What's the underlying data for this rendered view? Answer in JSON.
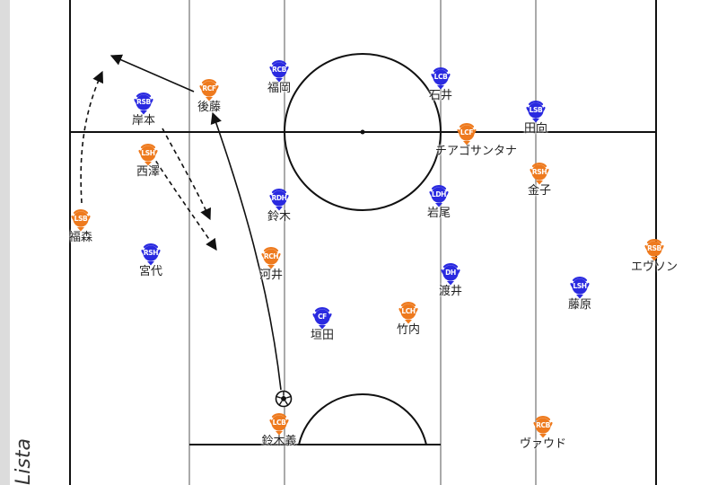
{
  "side_label": "Lista",
  "colors": {
    "home": "#2a2ae0",
    "away": "#ee7a1e",
    "lines": "#111111",
    "lanes": "#aaaaaa"
  },
  "icons": {
    "ball": "soccer-ball-icon",
    "badge": "player-marker-icon"
  },
  "players": [
    {
      "team": "away",
      "pos": "LSB",
      "name": "福森"
    },
    {
      "team": "home",
      "pos": "RSB",
      "name": "岸本"
    },
    {
      "team": "away",
      "pos": "LSH",
      "name": "西澤"
    },
    {
      "team": "home",
      "pos": "RSH",
      "name": "宮代"
    },
    {
      "team": "away",
      "pos": "RCF",
      "name": "後藤"
    },
    {
      "team": "home",
      "pos": "RCB",
      "name": "福岡"
    },
    {
      "team": "home",
      "pos": "RDH",
      "name": "鈴木"
    },
    {
      "team": "away",
      "pos": "RCH",
      "name": "河井"
    },
    {
      "team": "home",
      "pos": "CF",
      "name": "垣田"
    },
    {
      "team": "away",
      "pos": "LCH",
      "name": "竹内"
    },
    {
      "team": "home",
      "pos": "LCB",
      "name": "石井"
    },
    {
      "team": "away",
      "pos": "LCF",
      "name": "チアゴサンタナ"
    },
    {
      "team": "home",
      "pos": "LDH",
      "name": "岩尾"
    },
    {
      "team": "home",
      "pos": "DH",
      "name": "渡井"
    },
    {
      "team": "home",
      "pos": "LSB",
      "name": "田向"
    },
    {
      "team": "away",
      "pos": "RSH",
      "name": "金子"
    },
    {
      "team": "home",
      "pos": "LSH",
      "name": "藤原"
    },
    {
      "team": "away",
      "pos": "RSB",
      "name": "エヴソン"
    },
    {
      "team": "away",
      "pos": "LCB",
      "name": "鈴木義"
    },
    {
      "team": "away",
      "pos": "RCB",
      "name": "ヴァウド"
    }
  ]
}
